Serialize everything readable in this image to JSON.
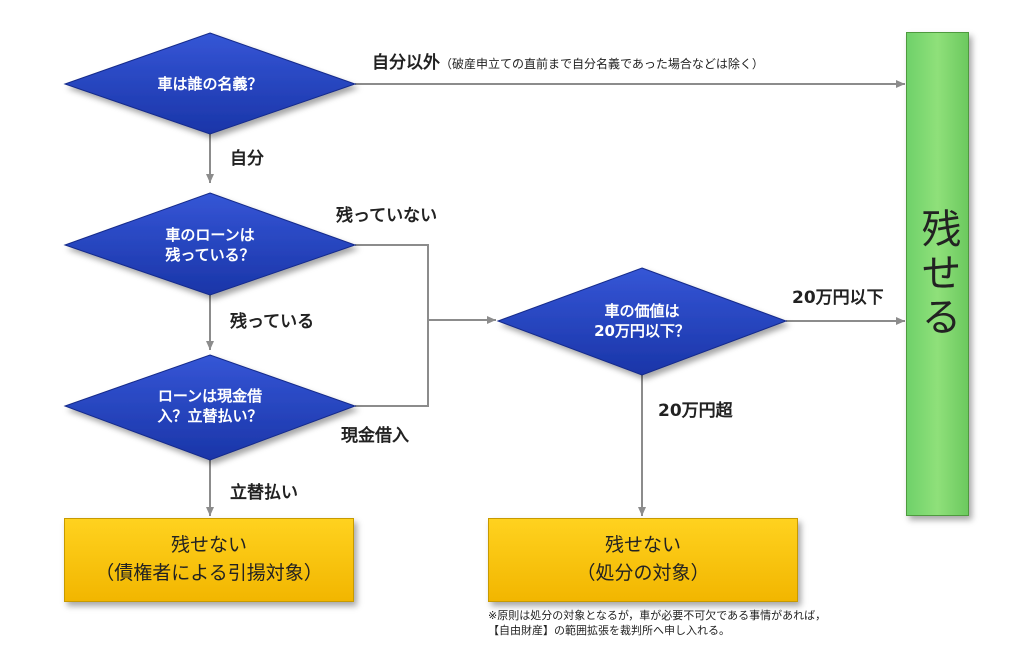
{
  "diamonds": {
    "owner": "車は誰の名義？",
    "loan_remaining": "車のローンは\n残っている？",
    "loan_type": "ローンは現金借\n入？立替払い？",
    "value": "車の価値は\n20万円以下？"
  },
  "labels": {
    "other_than_self": "自分以外",
    "other_than_self_note": "（破産申立ての直前まで自分名義であった場合などは除く）",
    "self": "自分",
    "not_remaining": "残っていない",
    "remaining": "残っている",
    "cash_loan": "現金借入",
    "installment": "立替払い",
    "under_200k": "20万円以下",
    "over_200k": "20万円超"
  },
  "outcomes": {
    "keep": "残せる",
    "cannot_keep_creditor": "残せない\n（債権者による引揚対象）",
    "cannot_keep_disposal": "残せない\n（処分の対象）"
  },
  "note": {
    "line1": "※原則は処分の対象となるが，車が必要不可欠である事情があれば，",
    "line2": "【自由財産】の範囲拡張を裁判所へ申し入れる。"
  },
  "colors": {
    "diamond": "#1f3fbf",
    "arrow": "#8c8c8c",
    "keep_box": "#7ed96e",
    "cannot_box": "#f5c000"
  }
}
